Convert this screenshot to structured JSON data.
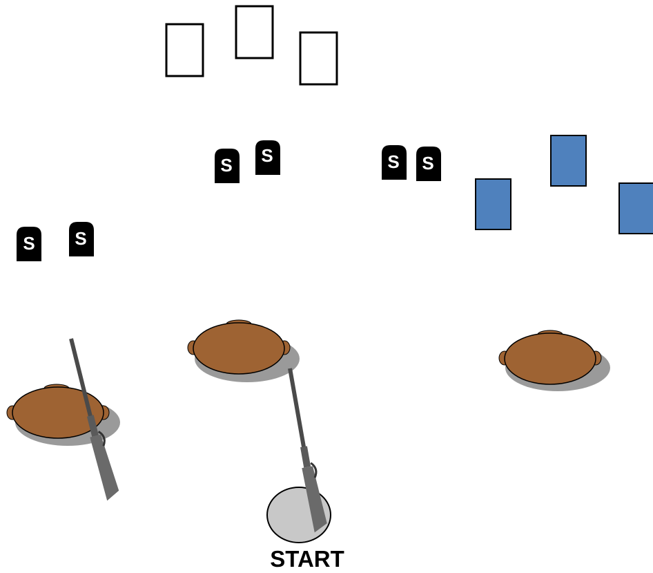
{
  "start_label": "START",
  "tombstone_letter": "S",
  "colors": {
    "blue_target": "#4f81bd",
    "table": "#9e6333",
    "shadow": "#9a9a9a",
    "start_circle": "#c8c8c8",
    "outline": "#000000"
  },
  "icons": {
    "outline_target": "rectangle-outline",
    "blue_target": "rectangle-filled",
    "tombstone": "tombstone-s",
    "table": "round-table",
    "rifle": "rifle",
    "start_position": "circle-pad"
  }
}
